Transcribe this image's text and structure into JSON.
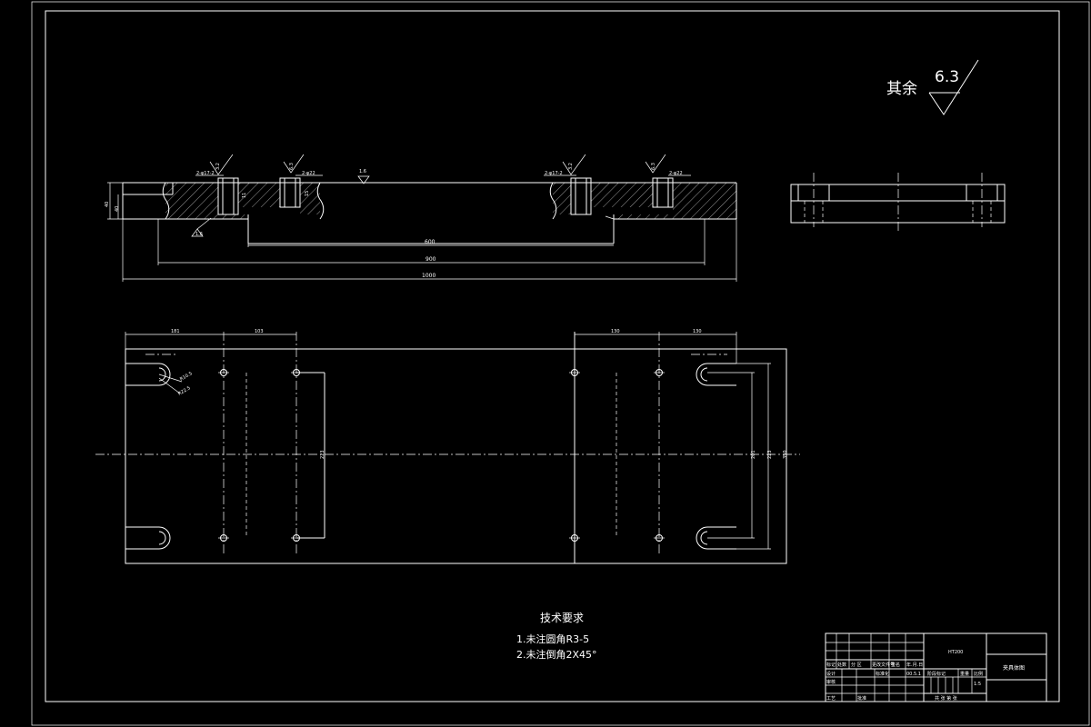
{
  "roughness": {
    "label": "其余",
    "value": "6.3"
  },
  "front_view": {
    "surface_marks": [
      "3.2",
      "6.3",
      "1.6",
      "3.2",
      "6.3",
      "1.6"
    ],
    "hole_callouts": [
      "2-φ17-2",
      "2-φ22",
      "2-φ17-2",
      "2-φ22"
    ],
    "small_dims": [
      "11",
      "15"
    ],
    "heights": [
      "40",
      "40"
    ],
    "dims": [
      "600",
      "900",
      "1000"
    ]
  },
  "plan_view": {
    "top_dims": [
      "181",
      "103",
      "130",
      "130"
    ],
    "slot_labels": [
      "R10.5",
      "R22.5"
    ],
    "vertical_dims": [
      "223",
      "201",
      "223",
      "350"
    ]
  },
  "tech_req": {
    "title": "技术要求",
    "items": [
      "1.未注圆角R3-5",
      "2.未注倒角2X45°"
    ]
  },
  "title_block": {
    "material": "HT200",
    "part_name": "夹具体图",
    "scale": "1:5",
    "sheet": "共  张  第  张",
    "date": "00.5.1",
    "header_cells": [
      "标记",
      "处数",
      "分 区",
      "更改文件号",
      "签名",
      "年.月.日"
    ],
    "row_labels": [
      "设计",
      "审核",
      "工艺",
      "标准化",
      "批准"
    ],
    "stage_labels": [
      "阶段标记",
      "重量",
      "比例"
    ]
  }
}
